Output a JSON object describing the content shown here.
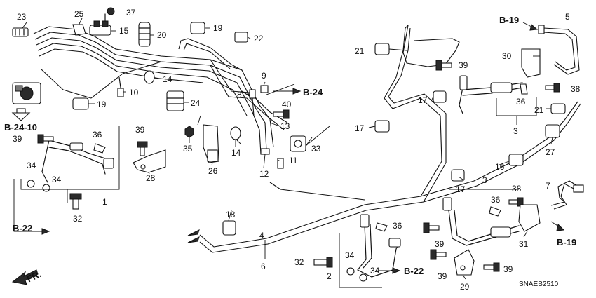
{
  "callouts": {
    "c1": "1",
    "c2": "2",
    "c3a": "3",
    "c3b": "3",
    "c4": "4",
    "c5": "5",
    "c6": "6",
    "c7": "7",
    "c8": "8",
    "c9": "9",
    "c10": "10",
    "c11": "11",
    "c12": "12",
    "c13": "13",
    "c14a": "14",
    "c14b": "14",
    "c15": "15",
    "c16": "16",
    "c17a": "17",
    "c17b": "17",
    "c17c": "17",
    "c18": "18",
    "c19a": "19",
    "c19b": "19",
    "c20": "20",
    "c21a": "21",
    "c21b": "21",
    "c22": "22",
    "c23": "23",
    "c24": "24",
    "c25": "25",
    "c26": "26",
    "c27": "27",
    "c28": "28",
    "c29": "29",
    "c30": "30",
    "c31": "31",
    "c32a": "32",
    "c32b": "32",
    "c33": "33",
    "c34a": "34",
    "c34b": "34",
    "c34c": "34",
    "c34d": "34",
    "c35": "35",
    "c36a": "36",
    "c36b": "36",
    "c36c": "36",
    "c36d": "36",
    "c37": "37",
    "c38a": "38",
    "c38b": "38",
    "c39a": "39",
    "c39b": "39",
    "c39c": "39",
    "c39d": "39",
    "c39e": "39",
    "c39f": "39",
    "c40": "40"
  },
  "references": {
    "b19_top": "B-19",
    "b19_bottom": "B-19",
    "b24": "B-24",
    "b24_10": "B-24-10",
    "b22_left": "B-22",
    "b22_bottom": "B-22"
  },
  "front_label": "FR.",
  "diagram_code": "SNAEB2510"
}
